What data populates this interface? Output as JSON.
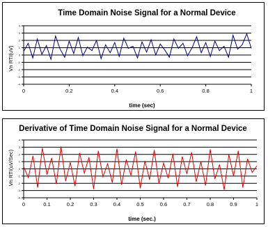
{
  "chart_data": [
    {
      "type": "line",
      "title": "Time Domain Noise Signal for a Normal Device",
      "xlabel": "time (sec)",
      "ylabel": "Vn RTI(uV)",
      "xlim": [
        0,
        1
      ],
      "ylim": [
        -4,
        4
      ],
      "x_ticks": [
        "0",
        "0.2",
        "0.4",
        "0.6",
        "0.8",
        "1"
      ],
      "y_ticks": [
        "4",
        "3",
        "2",
        "1",
        "0",
        "-1",
        "-2",
        "-3",
        "-4"
      ],
      "grid": "horizontal",
      "series": [
        {
          "color": "#000080",
          "x": [
            0.0,
            0.02,
            0.04,
            0.06,
            0.08,
            0.1,
            0.12,
            0.14,
            0.16,
            0.18,
            0.2,
            0.22,
            0.24,
            0.26,
            0.28,
            0.3,
            0.32,
            0.34,
            0.36,
            0.38,
            0.4,
            0.42,
            0.44,
            0.46,
            0.48,
            0.5,
            0.52,
            0.54,
            0.56,
            0.58,
            0.6,
            0.62,
            0.64,
            0.66,
            0.68,
            0.7,
            0.72,
            0.74,
            0.76,
            0.78,
            0.8,
            0.82,
            0.84,
            0.86,
            0.88,
            0.9,
            0.92,
            0.94,
            0.96,
            0.98,
            1.0
          ],
          "values": [
            0.5,
            1.6,
            -0.4,
            2.2,
            0.1,
            1.3,
            -0.6,
            2.6,
            0.8,
            -0.3,
            1.9,
            0.2,
            2.4,
            -0.1,
            1.1,
            0.6,
            2.0,
            -0.5,
            1.4,
            0.3,
            1.7,
            -0.2,
            2.3,
            0.9,
            1.2,
            -0.4,
            1.8,
            0.4,
            2.1,
            0.0,
            1.5,
            0.7,
            -0.3,
            2.2,
            0.9,
            1.6,
            -0.1,
            1.0,
            2.5,
            0.3,
            1.7,
            -0.2,
            1.9,
            0.6,
            1.2,
            -0.3,
            2.7,
            0.8,
            1.4,
            2.9,
            0.9
          ]
        }
      ]
    },
    {
      "type": "line",
      "title": "Derivative of Time Domain Noise Signal for a Normal Device",
      "xlabel": "time (sec.)",
      "ylabel": "Vn RTI(uV/Sec)",
      "xlim": [
        0,
        1
      ],
      "ylim": [
        -4,
        4
      ],
      "x_ticks": [
        "0",
        "0.1",
        "0.2",
        "0.3",
        "0.4",
        "0.5",
        "0.6",
        "0.7",
        "0.8",
        "0.9",
        "1"
      ],
      "y_ticks": [
        "4",
        "3",
        "2",
        "1",
        "0",
        "-1",
        "-2",
        "-3",
        "-4"
      ],
      "grid": "horizontal",
      "series": [
        {
          "color": "#e00000",
          "x": [
            0.0,
            0.02,
            0.04,
            0.06,
            0.08,
            0.1,
            0.12,
            0.14,
            0.16,
            0.18,
            0.2,
            0.22,
            0.24,
            0.26,
            0.28,
            0.3,
            0.32,
            0.34,
            0.36,
            0.38,
            0.4,
            0.42,
            0.44,
            0.46,
            0.48,
            0.5,
            0.52,
            0.54,
            0.56,
            0.58,
            0.6,
            0.62,
            0.64,
            0.66,
            0.68,
            0.7,
            0.72,
            0.74,
            0.76,
            0.78,
            0.8,
            0.82,
            0.84,
            0.86,
            0.88,
            0.9,
            0.92,
            0.94,
            0.96,
            0.98,
            1.0
          ],
          "values": [
            0.3,
            -1.2,
            1.8,
            -2.6,
            2.9,
            -0.8,
            1.5,
            -2.1,
            3.1,
            -1.7,
            0.9,
            -2.4,
            2.2,
            -0.6,
            1.6,
            -2.8,
            2.5,
            -1.1,
            0.7,
            -1.9,
            2.8,
            -2.2,
            1.3,
            -0.9,
            2.4,
            -2.7,
            1.1,
            -1.5,
            2.6,
            -2.0,
            0.8,
            -1.3,
            2.1,
            -2.5,
            1.7,
            -0.7,
            2.3,
            -1.8,
            1.0,
            -2.3,
            2.7,
            -1.4,
            0.6,
            -2.9,
            2.0,
            -1.0,
            2.5,
            -2.6,
            1.4,
            -0.5,
            0.4
          ]
        }
      ]
    }
  ]
}
